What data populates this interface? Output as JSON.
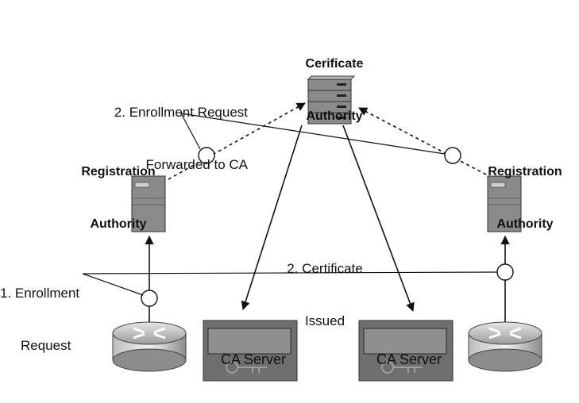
{
  "nodes": {
    "ca": {
      "label_line1": "Cerificate",
      "label_line2": "Authority"
    },
    "ra_left": {
      "label_line1": "Registration",
      "label_line2": "Authority"
    },
    "ra_right": {
      "label_line1": "Registration",
      "label_line2": "Authority"
    },
    "ca_server_left": {
      "label": "CA Server"
    },
    "ca_server_right": {
      "label": "CA Server"
    }
  },
  "annotations": {
    "enrollment_forward": {
      "line1": "2. Enrollment Request",
      "line2": "Forwarded to CA"
    },
    "certificate_issued": {
      "line1": "2. Certificate",
      "line2": "Issued"
    },
    "enrollment_request": {
      "line1": "1. Enrollment",
      "line2": "Request"
    }
  },
  "colors": {
    "server_face": "#8a8a8a",
    "server_dark": "#5e5e5e",
    "ca_box": "#6e6e6e",
    "line": "#111111"
  }
}
